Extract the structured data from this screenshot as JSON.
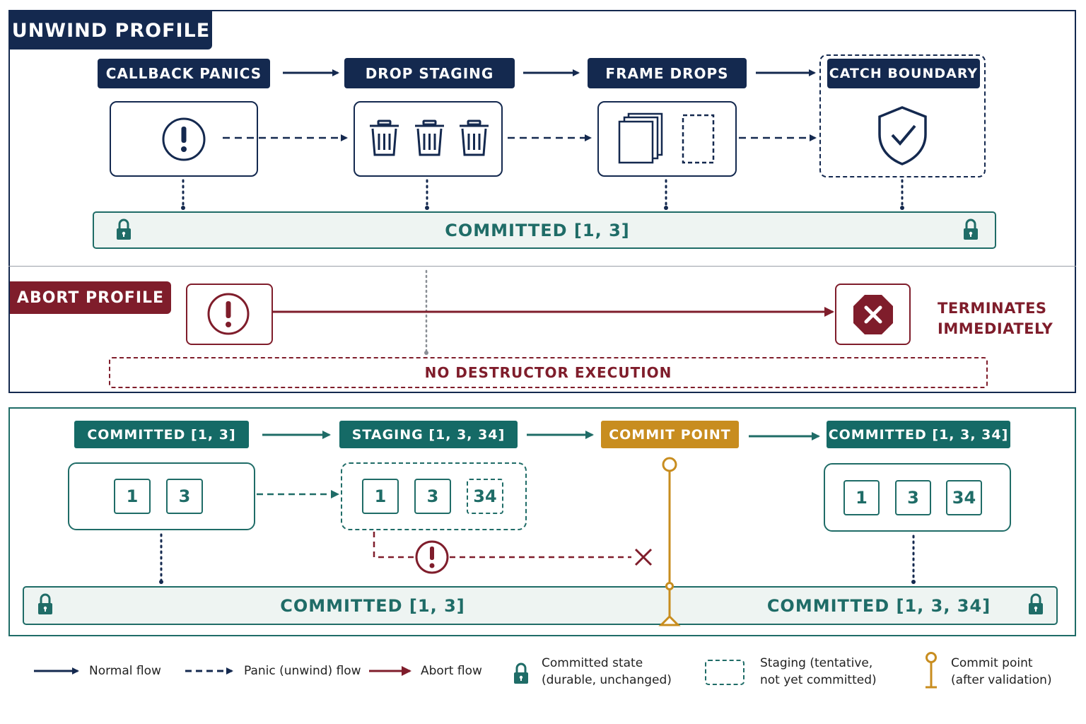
{
  "unwind": {
    "title": "UNWIND PROFILE",
    "stages": [
      {
        "label": "CALLBACK PANICS",
        "icon": "exclamation-icon"
      },
      {
        "label": "DROP STAGING",
        "icon": "trash-icon"
      },
      {
        "label": "FRAME DROPS",
        "icon": "stacked-frames-icon"
      },
      {
        "label": "CATCH BOUNDARY",
        "icon": "shield-check-icon"
      }
    ],
    "committed_bar": "COMMITTED [1, 3]"
  },
  "abort": {
    "title": "ABORT PROFILE",
    "terminates_line1": "TERMINATES",
    "terminates_line2": "IMMEDIATELY",
    "no_destructor": "NO DESTRUCTOR EXECUTION"
  },
  "commit": {
    "stages": [
      {
        "label": "COMMITTED [1, 3]",
        "items": [
          "1",
          "3"
        ]
      },
      {
        "label": "STAGING [1, 3, 34]",
        "items": [
          "1",
          "3",
          "34"
        ]
      },
      {
        "label": "COMMIT POINT"
      },
      {
        "label": "COMMITTED [1, 3, 34]",
        "items": [
          "1",
          "3",
          "34"
        ]
      }
    ],
    "bar_left": "COMMITTED [1, 3]",
    "bar_right": "COMMITTED [1, 3, 34]"
  },
  "legend": {
    "normal": "Normal flow",
    "panic": "Panic (unwind) flow",
    "abort": "Abort flow",
    "committed_1": "Committed state",
    "committed_2": "(durable, unchanged)",
    "staging_1": "Staging (tentative,",
    "staging_2": "not yet committed)",
    "commitpt_1": "Commit point",
    "commitpt_2": "(after validation)"
  },
  "colors": {
    "navy": "#14294f",
    "teal": "#1f6c67",
    "maroon": "#7f1d2b",
    "gold": "#c88d1f"
  }
}
